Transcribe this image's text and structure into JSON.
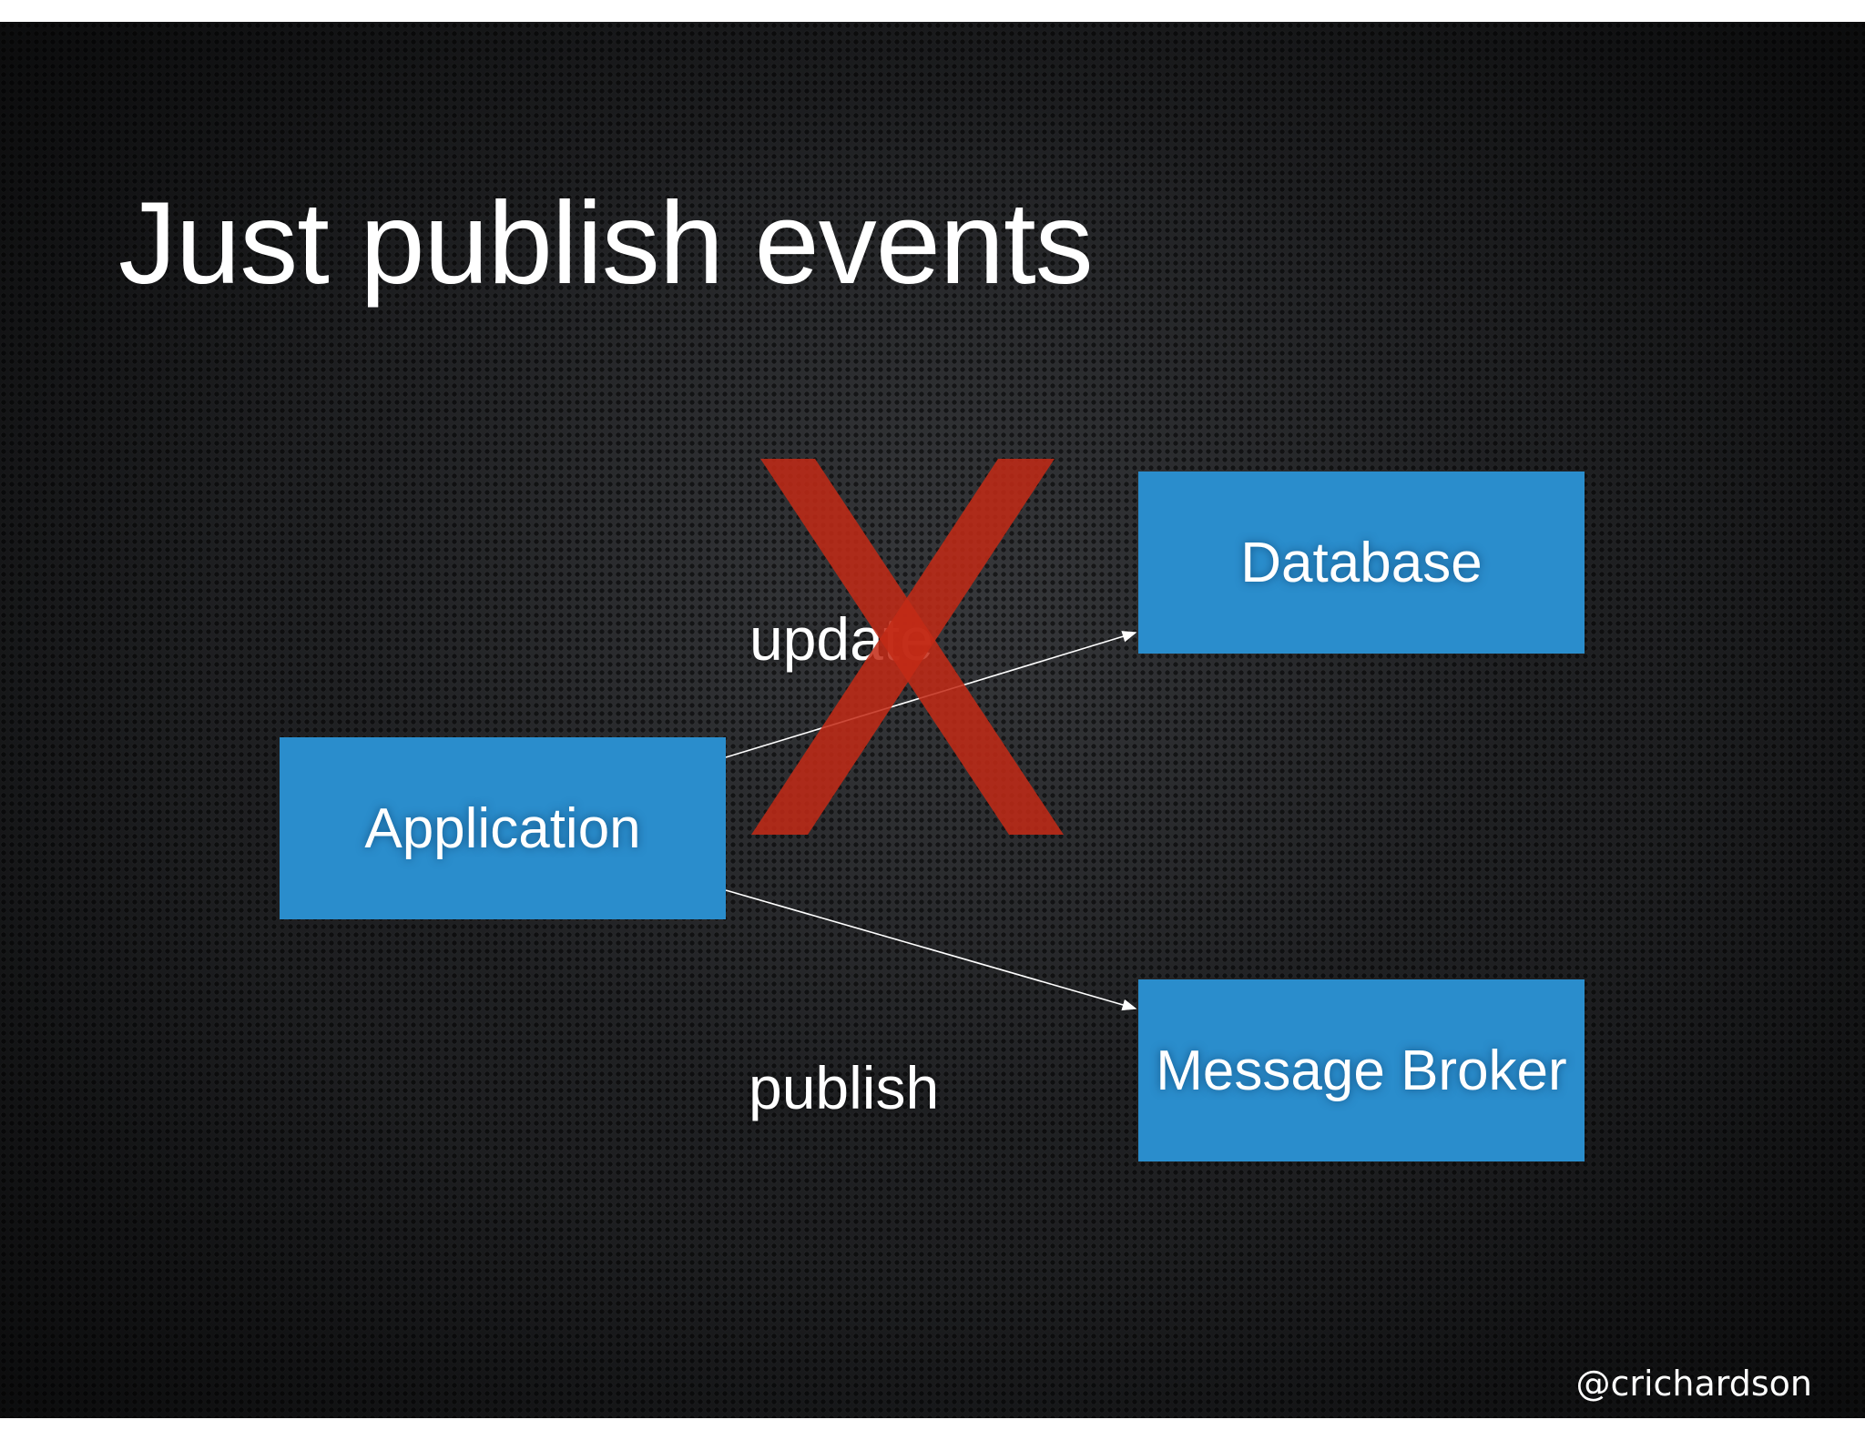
{
  "slide": {
    "title": "Just publish events",
    "handle": "@crichardson"
  },
  "diagram": {
    "nodes": {
      "application": "Application",
      "database": "Database",
      "message_broker": "Message Broker"
    },
    "edges": {
      "update": "update",
      "publish": "publish"
    },
    "crossed_out_edge": "update"
  },
  "colors": {
    "box_fill": "#2a8dcc",
    "cross": "#c22a16",
    "text": "#ffffff",
    "background": "#1a1b1d"
  }
}
